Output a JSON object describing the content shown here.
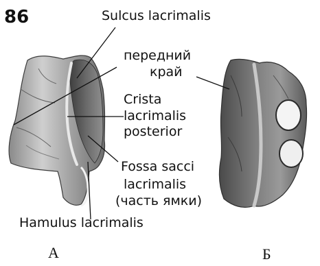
{
  "figure": {
    "number": "86",
    "panel_a": "А",
    "panel_b": "Б"
  },
  "labels": {
    "sulcus": "Sulcus lacrimalis",
    "anterior_edge_line1": "передний",
    "anterior_edge_line2": "край",
    "crista_line1": "Crista",
    "crista_line2": "lacrimalis",
    "crista_line3": "posterior",
    "fossa_line1": "Fossa sacci",
    "fossa_line2": "lacrimalis",
    "fossa_line3": "(часть ямки)",
    "hamulus": "Hamulus lacrimalis"
  }
}
